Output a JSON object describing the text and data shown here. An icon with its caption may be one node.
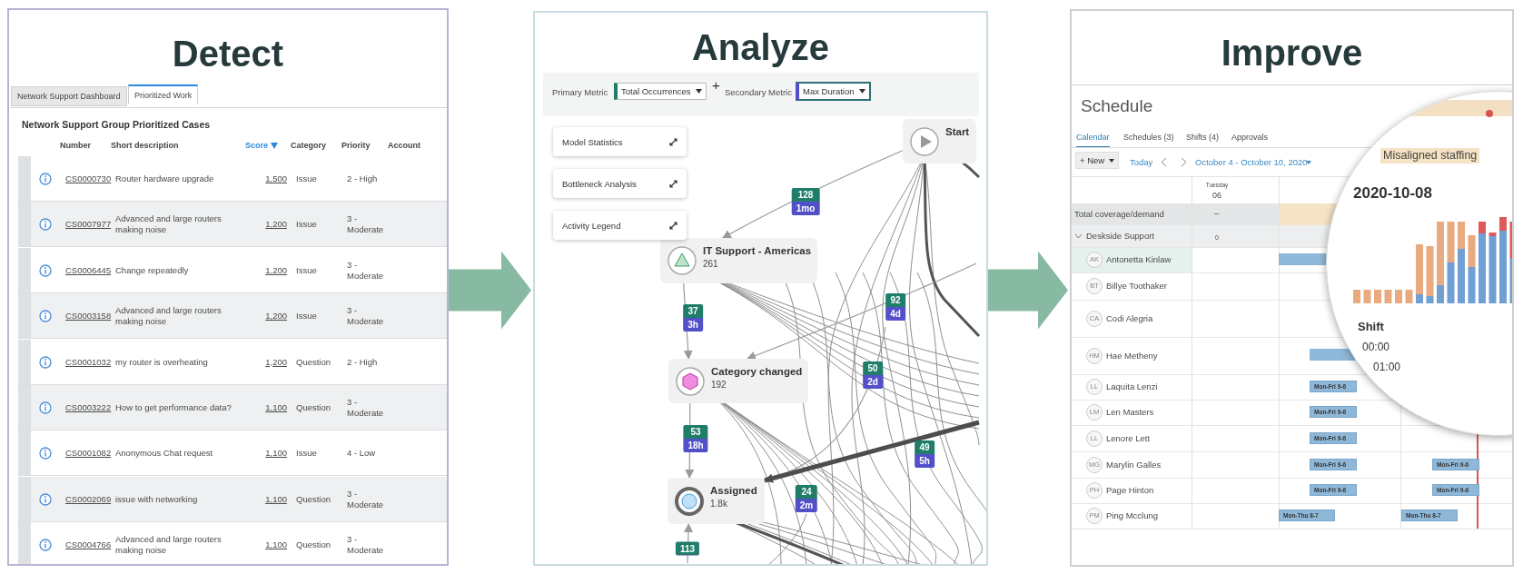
{
  "diagram": {
    "nodes": [
      {
        "text": [
          "Detect"
        ]
      },
      {
        "text": [
          "Analyze"
        ]
      },
      {
        "text": [
          "Improve"
        ]
      },
      {
        "text": [
          "Start"
        ],
        "in": 1
      },
      {
        "text": [
          "IT Support - Americas",
          "261"
        ],
        "in": 1
      },
      {
        "text": [
          "Category changed",
          "192"
        ],
        "in": 1
      },
      {
        "text": [
          "Assigned",
          "1.8k"
        ],
        "in": 1
      }
    ],
    "edges": [
      {
        "from": 0,
        "to": 1,
        "arrow": "to",
        "style": "thick",
        "color": "#87b9a3"
      },
      {
        "from": 1,
        "to": 2,
        "arrow": "to",
        "style": "thick",
        "color": "#87b9a3"
      },
      {
        "from": 3,
        "to": 4,
        "arrow": "to",
        "label": "128 1mo"
      },
      {
        "from": 4,
        "to": 5,
        "arrow": "to",
        "label": "37 3h"
      },
      {
        "from": null,
        "to": 5,
        "arrow": "to",
        "label": "92 4d"
      },
      {
        "from": null,
        "to": 6,
        "arrow": "to",
        "label": "50 2d"
      },
      {
        "from": 5,
        "to": 6,
        "arrow": "to",
        "label": "53 18h"
      },
      {
        "from": null,
        "to": 6,
        "arrow": "to",
        "label": "49 5h",
        "style": "thick",
        "color": "#4d4d4d"
      },
      {
        "from": null,
        "to": 6,
        "arrow": "to",
        "label": "113"
      }
    ],
    "labels": [
      "Network Support Dashboard",
      "Prioritized Work",
      "Network Support Group Prioritized Cases",
      "Number",
      "Short description",
      "Score",
      "Category",
      "Priority",
      "Account",
      "CS0000730",
      "Router hardware upgrade",
      "1,500",
      "Issue",
      "2 - High",
      "CS0007977",
      "Advanced and large routers making noise",
      "1,200",
      "Issue",
      "3 - Moderate",
      "CS0006445",
      "Change repeatedly",
      "1,200",
      "Issue",
      "3 - Moderate",
      "CS0003158",
      "Advanced and large routers making noise",
      "1,200",
      "Issue",
      "3 - Moderate",
      "CS0001032",
      "my router is overheating",
      "1,200",
      "Question",
      "2 - High",
      "CS0003222",
      "How to get performance data?",
      "1,100",
      "Question",
      "3 - Moderate",
      "CS0001082",
      "Anonymous Chat request",
      "1,100",
      "Issue",
      "4 - Low",
      "CS0002069",
      "issue with networking",
      "1,100",
      "Question",
      "3 - Moderate",
      "CS0004766",
      "Advanced and large routers making noise",
      "1,100",
      "Question",
      "3 - Moderate",
      "Primary Metric",
      "Total Occurrences",
      "+",
      "Secondary Metric",
      "Max Duration",
      "Model Statistics",
      "Bottleneck Analysis",
      "Activity Legend",
      "24 2m",
      "Schedule",
      "Calendar",
      "Schedules (3)",
      "Shifts (4)",
      "Approvals",
      "+ New",
      "Today",
      "October 4 - October 10, 2020",
      "Tuesday",
      "06",
      "Total coverage/demand",
      "–",
      "Deskside Support",
      "0",
      "AK",
      "Antonetta Kinlaw",
      "BT",
      "Billye Toothaker",
      "CA",
      "Codi Alegria",
      "HM",
      "Hae Metheny",
      "LL",
      "Laquita Lenzi",
      "LM",
      "Len Masters",
      "LL",
      "Lenore Lett",
      "MG",
      "Marylin Galles",
      "PH",
      "Page Hinton",
      "PM",
      "Ping Mcclung",
      "Mon-Fri 9-6",
      "Mon-Fri 9-6",
      "Mon-Fri 9-6",
      "Mon-Fri 9-6",
      "Mon-Fri 9-6",
      "Mon-Fri 9-6",
      "Mon-Fri 9-6",
      "Mon-Thu 8-7",
      "Mon-Thu 8-7",
      "Misaligned staffing",
      "2020-10-08",
      "Shift",
      "00:00",
      "01:00"
    ]
  }
}
